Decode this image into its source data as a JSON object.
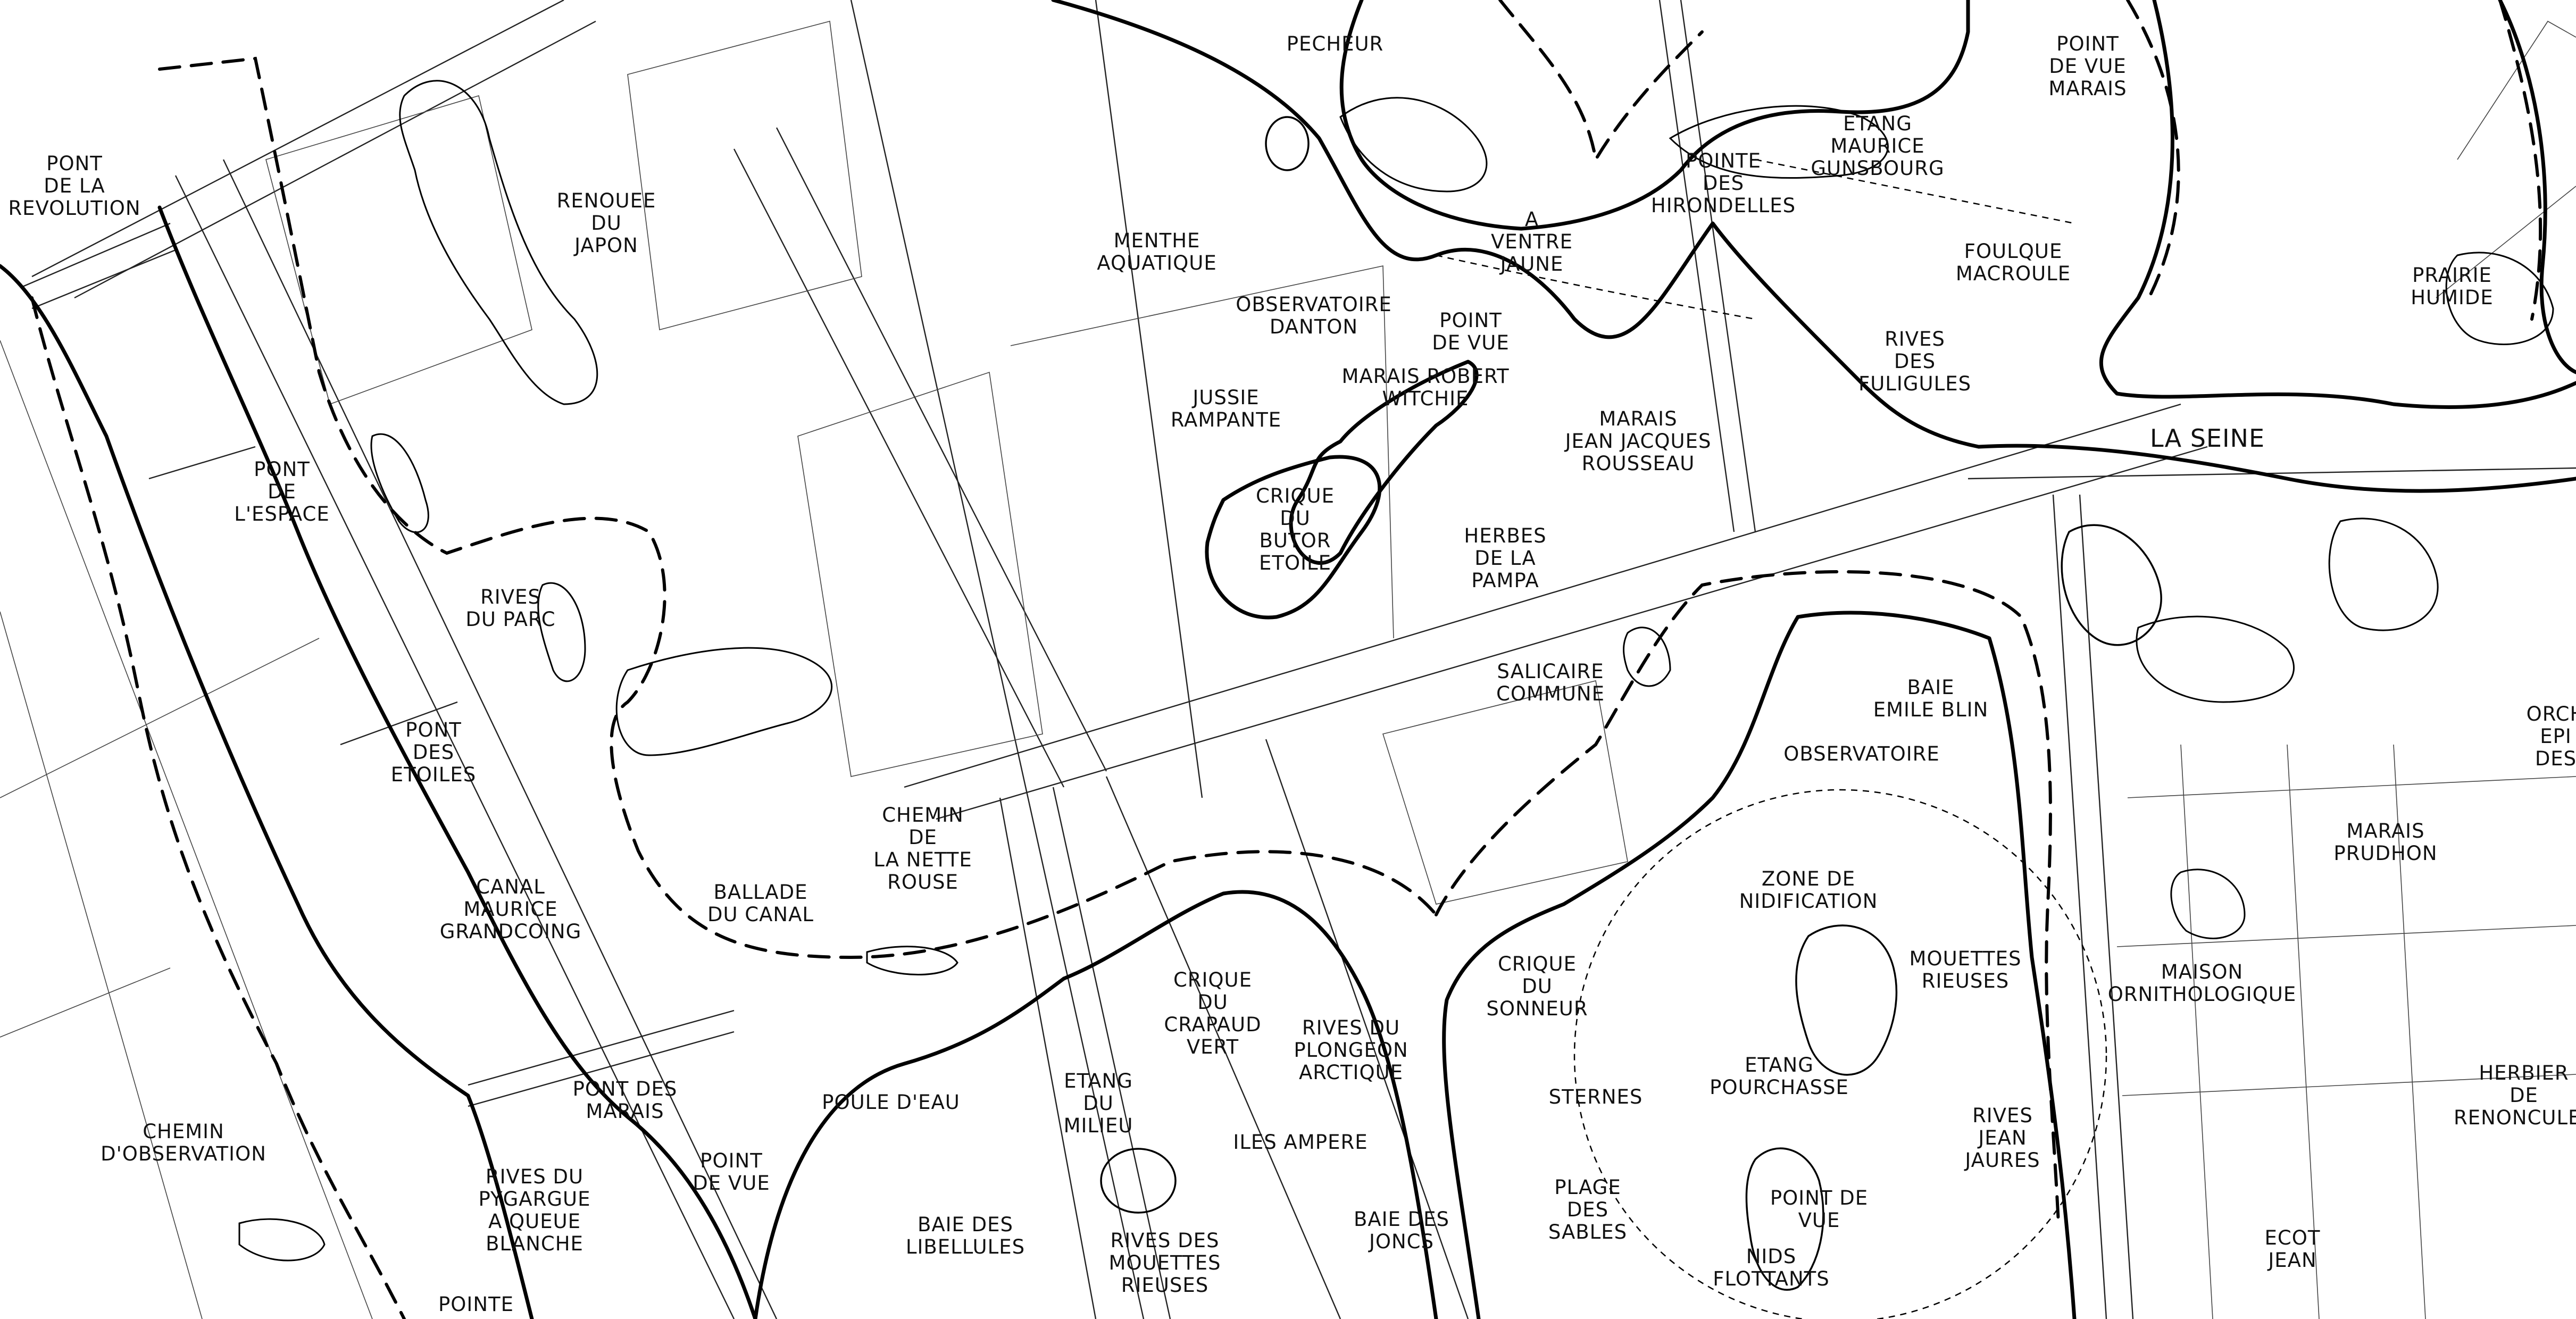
{
  "map": {
    "labels": {
      "pont_revolution": [
        "PONT",
        "DE LA",
        "REVOLUTION"
      ],
      "renouee_japon": [
        "RENOUEE",
        "DU",
        "JAPON"
      ],
      "pont_espace": [
        "PONT",
        "DE",
        "L'ESPACE"
      ],
      "rives_parc": [
        "RIVES",
        "DU PARC"
      ],
      "pont_etoiles": [
        "PONT",
        "DES",
        "ETOILES"
      ],
      "canal_maurice": [
        "CANAL",
        "MAURICE",
        "GRANDCOING"
      ],
      "ballade_canal": [
        "BALLADE",
        "DU CANAL"
      ],
      "chemin_nette_rousse": [
        "CHEMIN",
        "DE",
        "LA NETTE",
        "ROUSE"
      ],
      "pont_marais": [
        "PONT DES",
        "MARAIS"
      ],
      "chemin_observation": [
        "CHEMIN",
        "D'OBSERVATION"
      ],
      "rives_pygargue": [
        "RIVES DU",
        "PYGARGUE",
        "A QUEUE",
        "BLANCHE"
      ],
      "pointe_bottom": [
        "POINTE"
      ],
      "point_vue_left": [
        "POINT",
        "DE VUE"
      ],
      "poule_eau": [
        "POULE D'EAU"
      ],
      "baie_libellules": [
        "BAIE DES",
        "LIBELLULES"
      ],
      "etang_milieu": [
        "ETANG",
        "DU",
        "MILIEU"
      ],
      "rives_mouettes_bottom": [
        "RIVES DES",
        "MOUETTES",
        "RIEUSES"
      ],
      "crique_crapaud": [
        "CRIQUE",
        "DU",
        "CRAPAUD",
        "VERT"
      ],
      "rives_plongeon": [
        "RIVES DU",
        "PLONGEON",
        "ARCTIQUE"
      ],
      "iles_aimpere": [
        "ILES AMPERE"
      ],
      "baie_joncs": [
        "BAIE DES",
        "JONCS"
      ],
      "menthe_aquatique": [
        "MENTHE",
        "AQUATIQUE"
      ],
      "peche": [
        "PECHEUR"
      ],
      "observatoire_danton": [
        "OBSERVATOIRE",
        "DANTON"
      ],
      "jussie": [
        "JUSSIE",
        "RAMPANTE"
      ],
      "crique_butor": [
        "CRIQUE",
        "DU",
        "BUTOR",
        "ETOILE"
      ],
      "point_vue_center": [
        "POINT",
        "DE VUE"
      ],
      "marais_robert": [
        "MARAIS ROBERT",
        "WITCHIE"
      ],
      "a_ventre_jaune": [
        "A",
        "VENTRE",
        "JAUNE"
      ],
      "marais_rousseau": [
        "MARAIS",
        "JEAN JACQUES",
        "ROUSSEAU"
      ],
      "herbes_pampa": [
        "HERBES",
        "DE LA",
        "PAMPA"
      ],
      "salicaire": [
        "SALICAIRE",
        "COMMUNE"
      ],
      "pointe_hirondelles": [
        "POINTE",
        "DES",
        "HIRONDELLES"
      ],
      "etang_gunsbourg": [
        "ETANG",
        "MAURICE",
        "GUNSBOURG"
      ],
      "point_vue_marais": [
        "POINT",
        "DE VUE",
        "MARAIS"
      ],
      "foulque": [
        "FOULQUE",
        "MACROULE"
      ],
      "rives_fuligules": [
        "RIVES",
        "DES",
        "FULIGULES"
      ],
      "prairie_humide": [
        "PRAIRIE",
        "HUMIDE"
      ],
      "la_seine": [
        "LA SEINE"
      ],
      "baie_emile": [
        "BAIE",
        "EMILE BLIN"
      ],
      "observatoire_right": [
        "OBSERVATOIRE"
      ],
      "zone_nidification": [
        "ZONE DE",
        "NIDIFICATION"
      ],
      "mouettes_rieuses": [
        "MOUETTES",
        "RIEUSES"
      ],
      "crique_sonneur": [
        "CRIQUE",
        "DU",
        "SONNEUR"
      ],
      "etang_pourchasse": [
        "ETANG",
        "POURCHASSE"
      ],
      "sternes": [
        "STERNES"
      ],
      "rives_jaures": [
        "RIVES",
        "JEAN",
        "JAURES"
      ],
      "plage_sables": [
        "PLAGE",
        "DES",
        "SABLES"
      ],
      "point_vue_nids": [
        "POINT DE",
        "VUE"
      ],
      "nids_flottants": [
        "NIDS",
        "FLOTTANTS"
      ],
      "marais_prudhon": [
        "MARAIS",
        "PRUDHON"
      ],
      "maison_ornitho": [
        "MAISON",
        "ORNITHOLOGIQUE"
      ],
      "herbier": [
        "HERBIER",
        "DE",
        "RENONCULES"
      ],
      "orchis": [
        "ORCH",
        "EPI",
        "DES"
      ],
      "ecot_jean": [
        "ECOT",
        "JEAN"
      ]
    }
  }
}
